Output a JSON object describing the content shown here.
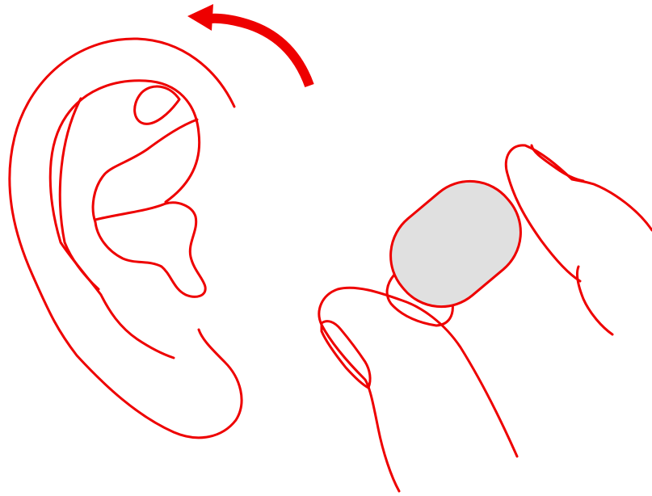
{
  "diagram": {
    "line_color": "#ee0000",
    "arrow_color": "#ee0000",
    "earplug_fill": "#e0e0e0",
    "background": "#ffffff",
    "elements": {
      "ear": "ear-outline",
      "arrow": "curved-arrow-icon",
      "earplug": "foam-earplug",
      "hand": "pinching-hand"
    }
  }
}
